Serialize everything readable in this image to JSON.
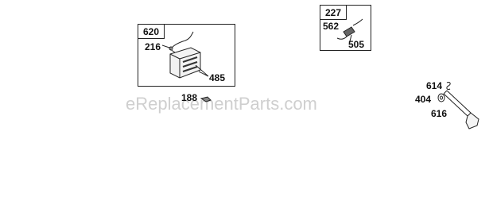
{
  "watermark": "eReplacementParts.com",
  "assemblies": [
    {
      "id": "620",
      "callouts": {
        "a": "216",
        "b": "485"
      }
    },
    {
      "id": "227",
      "callouts": {
        "a": "562",
        "b": "505"
      }
    }
  ],
  "loose_parts": {
    "p188": "188",
    "p614": "614",
    "p404": "404",
    "p616": "616"
  }
}
